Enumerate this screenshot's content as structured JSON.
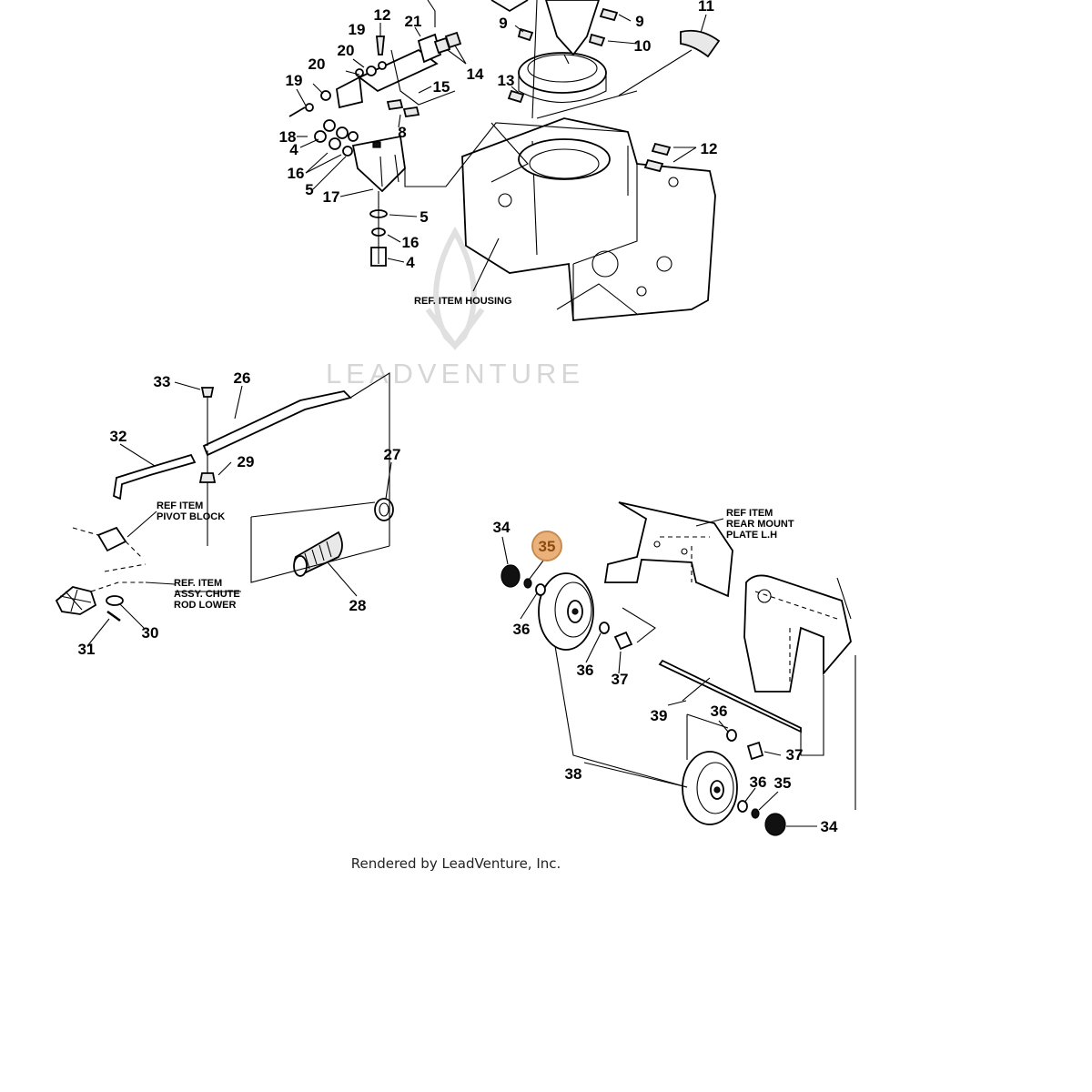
{
  "watermark": {
    "brand_text": "LEADVENTURE"
  },
  "footer": {
    "credit": "Rendered by LeadVenture, Inc."
  },
  "highlight": {
    "part_number": "35",
    "color": "#eab27a"
  },
  "callouts": {
    "c12a": "12",
    "c21": "21",
    "c19a": "19",
    "c20a": "20",
    "c19b": "19",
    "c20b": "20",
    "c14": "14",
    "c15": "15",
    "c18": "18",
    "c4a": "4",
    "c16a": "16",
    "c5a": "5",
    "c17": "17",
    "c8": "8",
    "c5b": "5",
    "c16b": "16",
    "c4b": "4",
    "c9a": "9",
    "c9b": "9",
    "c10": "10",
    "c11": "11",
    "c13": "13",
    "c12b": "12",
    "c33": "33",
    "c26": "26",
    "c32": "32",
    "c29": "29",
    "c27": "27",
    "c28": "28",
    "c30": "30",
    "c31": "31",
    "c34a": "34",
    "c36a": "36",
    "c36b": "36",
    "c37a": "37",
    "c39": "39",
    "c36c": "36",
    "c37b": "37",
    "c38": "38",
    "c36d": "36",
    "c35b": "35",
    "c34b": "34"
  },
  "ref_labels": {
    "housing": "REF. ITEM HOUSING",
    "pivot_block": [
      "REF  ITEM",
      "PIVOT BLOCK"
    ],
    "chute_rod": [
      "REF. ITEM",
      "ASSY. CHUTE",
      "ROD LOWER"
    ],
    "rear_mount": [
      "REF  ITEM",
      "REAR MOUNT",
      "PLATE L.H"
    ]
  }
}
